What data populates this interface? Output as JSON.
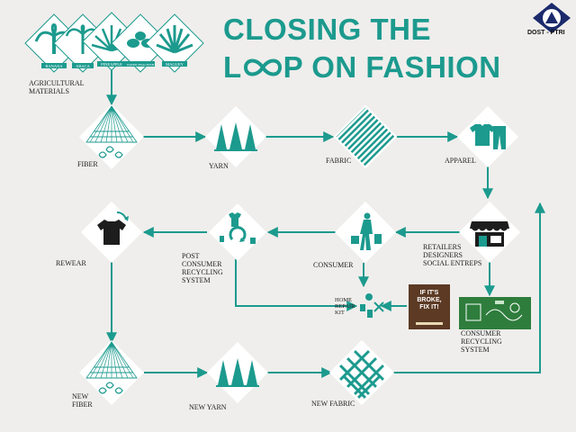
{
  "title": {
    "line1": "CLOSING THE",
    "line2_a": "L",
    "line2_b": "P ON FASHION"
  },
  "logo": {
    "text": "DOST - PTRI"
  },
  "plants": [
    "BANANA",
    "ABACA",
    "PINEAPPLE",
    "WATER HYACINTH",
    "MAGUEY"
  ],
  "labels": {
    "agri": "AGRICULTURAL MATERIALS",
    "fiber": "FIBER",
    "yarn": "YARN",
    "fabric": "FABRIC",
    "apparel": "APPAREL",
    "retailers": "RETAILERS DESIGNERS SOCIAL ENTREPS",
    "consumer": "CONSUMER",
    "postconsumer": "POST CONSUMER RECYCLING SYSTEM",
    "rewear": "REWEAR",
    "homerepair": "HOME REPAIR KIT",
    "consumerrecycling": "CONSUMER RECYCLING SYSTEM",
    "newfiber": "NEW FIBER",
    "newyarn": "NEW YARN",
    "newfabric": "NEW FABRIC"
  },
  "fixit": {
    "text": "IF IT'S BROKE, FIX IT!"
  },
  "colors": {
    "teal": "#1c9a8e",
    "dark": "#1d1d1d",
    "background": "#efeeec"
  }
}
